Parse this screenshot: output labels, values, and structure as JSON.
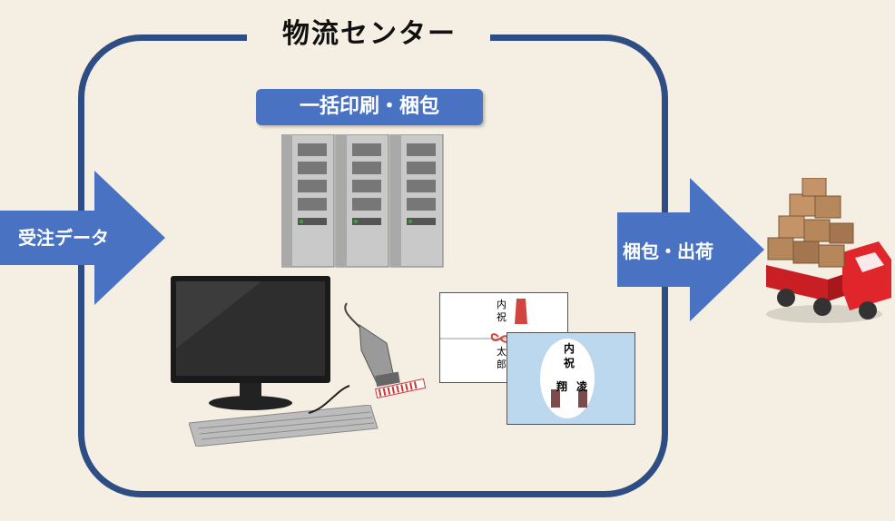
{
  "title": "物流センター",
  "process_label": "一括印刷・梱包",
  "input_arrow": {
    "label": "受注データ"
  },
  "output_arrow": {
    "label": "梱包・出荷"
  },
  "noshi1": {
    "text1": "内",
    "text2": "祝",
    "text3": "太",
    "text4": "郎"
  },
  "noshi2": {
    "text1": "内",
    "text2": "祝",
    "text3": "翔",
    "text4": "凌"
  },
  "colors": {
    "frame": "#2e4d84",
    "arrow": "#4a72c2",
    "background": "#f4efe2",
    "truck": "#e0262b",
    "boxes": "#b5875a"
  },
  "icons": [
    "server-rack-icon",
    "computer-monitor-icon",
    "keyboard-icon",
    "barcode-scanner-icon",
    "noshi-card-icon",
    "truck-icon"
  ]
}
